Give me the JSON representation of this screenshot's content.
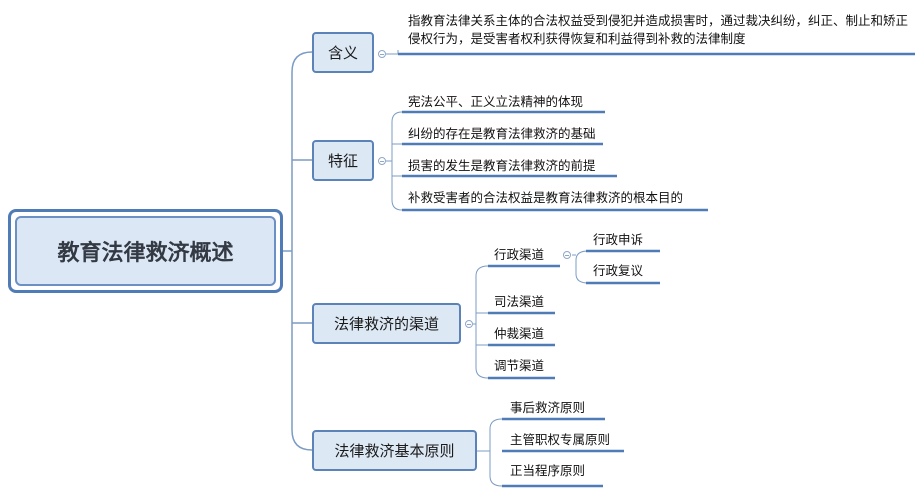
{
  "root": {
    "label": "教育法律救济概述"
  },
  "branches": {
    "meaning": {
      "label": "含义",
      "items": [
        "指教育法律关系主体的合法权益受到侵犯并造成损害时，通过裁决纠纷，纠正、制止和矫正侵权行为，是受害者权利获得恢复和利益得到补救的法律制度"
      ]
    },
    "features": {
      "label": "特征",
      "items": [
        "宪法公平、正义立法精神的体现",
        "纠纷的存在是教育法律救济的基础",
        "损害的发生是教育法律救济的前提",
        "补救受害者的合法权益是教育法律救济的根本目的"
      ]
    },
    "channels": {
      "label": "法律救济的渠道",
      "items": [
        {
          "label": "行政渠道",
          "children": [
            "行政申诉",
            "行政复议"
          ]
        },
        {
          "label": "司法渠道"
        },
        {
          "label": "仲裁渠道"
        },
        {
          "label": "调节渠道"
        }
      ]
    },
    "principles": {
      "label": "法律救济基本原则",
      "items": [
        "事后救济原则",
        "主管职权专属原则",
        "正当程序原则"
      ]
    }
  },
  "colors": {
    "line": "#7b9cc4",
    "underline": "#4f7bb6",
    "node_fill": "#dde8f5",
    "node_border": "#5b83b8"
  }
}
